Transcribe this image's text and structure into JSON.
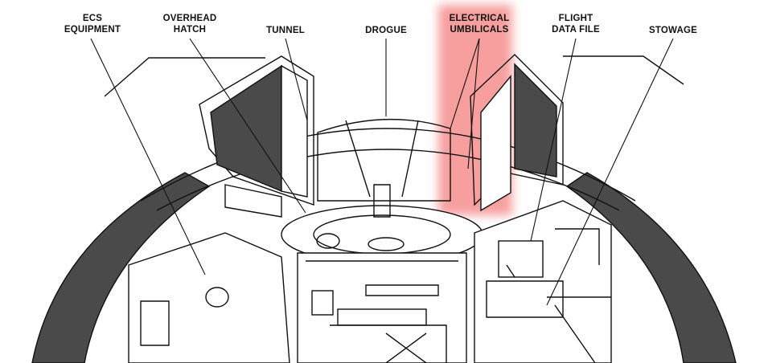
{
  "labels": {
    "ecs": [
      "ECS",
      "EQUIPMENT"
    ],
    "overhead_hatch": [
      "OVERHEAD",
      "HATCH"
    ],
    "tunnel": [
      "TUNNEL"
    ],
    "drogue": [
      "DROGUE"
    ],
    "electrical_umbilicals": [
      "ELECTRICAL",
      "UMBILICALS"
    ],
    "flight_data_file": [
      "FLIGHT",
      "DATA FILE"
    ],
    "stowage": [
      "STOWAGE"
    ]
  },
  "colors": {
    "ink": "#111111",
    "panel_fill": "#4a4a4a",
    "highlight": "#f05050"
  }
}
